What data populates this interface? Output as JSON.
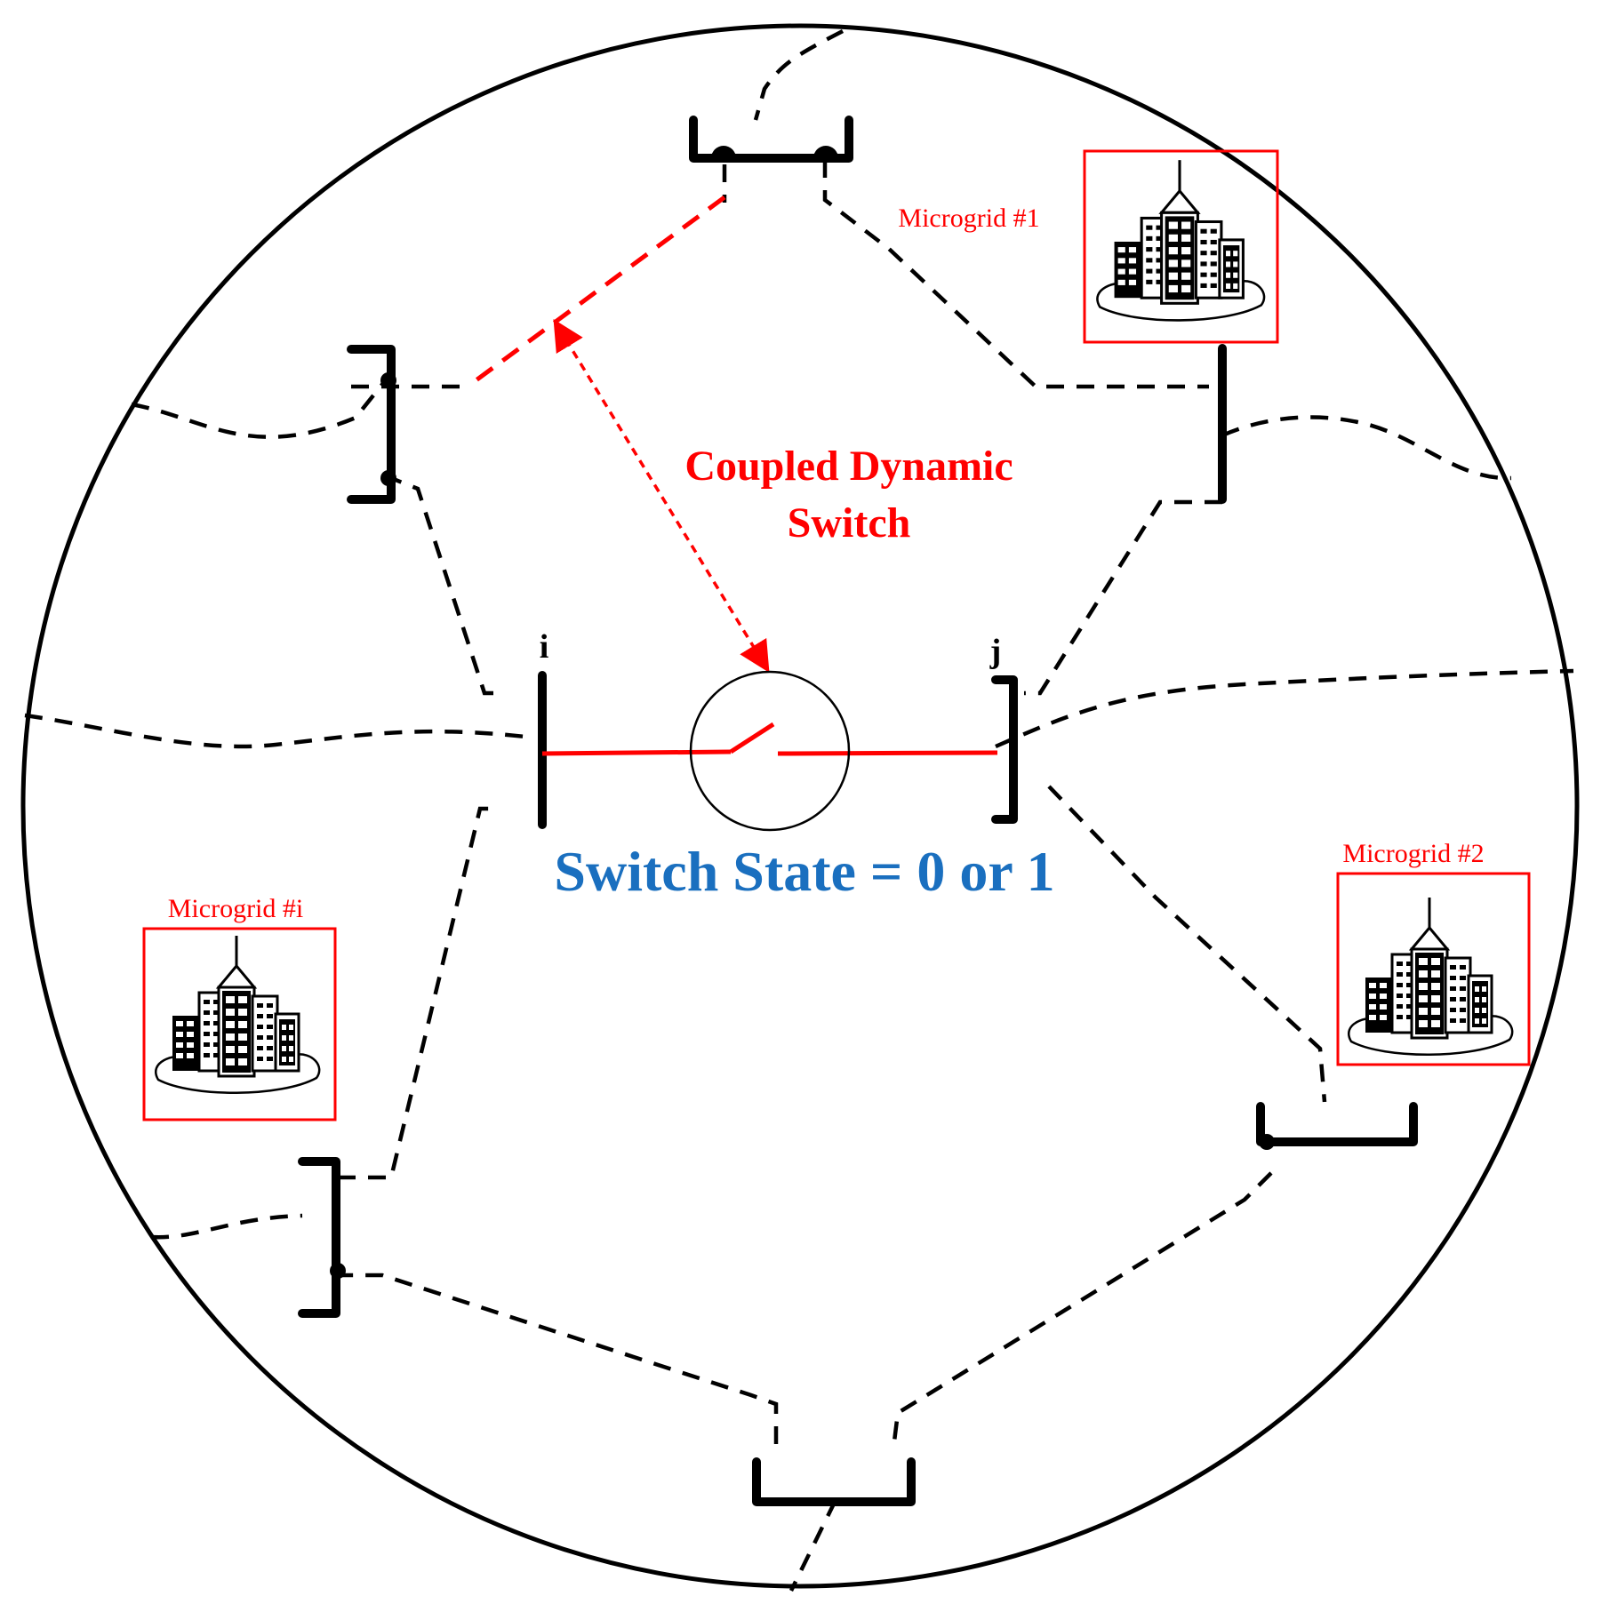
{
  "labels": {
    "node_i": "i",
    "node_j": "j",
    "coupled_line1": "Coupled Dynamic",
    "coupled_line2": "Switch",
    "switch_state": "Switch State = 0 or 1",
    "microgrid_1": "Microgrid #1",
    "microgrid_2": "Microgrid #2",
    "microgrid_i": "Microgrid #i"
  },
  "colors": {
    "switch_line": "#ff0000",
    "switch_state_text": "#1a6fbf",
    "microgrid_frame": "#ff0000",
    "network": "#000000"
  },
  "icons": {
    "microgrid": "city-buildings-icon"
  }
}
